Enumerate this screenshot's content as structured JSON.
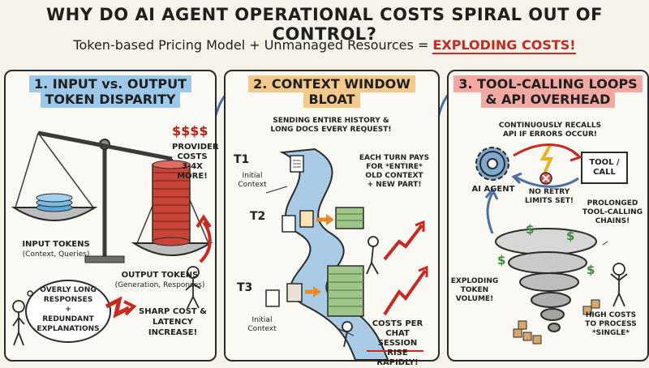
{
  "header": {
    "title": "WHY DO AI AGENT OPERATIONAL COSTS SPIRAL OUT OF CONTROL?",
    "subtitle_prefix": "Token-based Pricing Model + Unmanaged Resources = ",
    "subtitle_highlight": "EXPLODING COSTS!"
  },
  "panel1": {
    "title_line1": "1. INPUT vs. OUTPUT",
    "title_line2": "TOKEN DISPARITY",
    "dollars": "$$$$",
    "provider_costs": [
      "PROVIDER",
      "COSTS",
      "3-4X",
      "MORE!"
    ],
    "input_label": "INPUT TOKENS",
    "input_sub": "(Context, Queries)",
    "output_label": "OUTPUT TOKENS",
    "output_sub": "(Generation, Responses)",
    "bubble_text": [
      "OVERLY LONG",
      "RESPONSES",
      "+",
      "REDUNDANT",
      "EXPLANATIONS"
    ],
    "result_text": [
      "SHARP COST &",
      "LATENCY",
      "INCREASE!"
    ]
  },
  "panel2": {
    "title_line1": "2. CONTEXT WINDOW",
    "title_line2": "BLOAT",
    "note_top": [
      "SENDING ENTIRE HISTORY &",
      "LONG DOCS EVERY REQUEST!"
    ],
    "t1": "T1",
    "t1_label": [
      "Initial",
      "Context"
    ],
    "t2": "T2",
    "t3": "T3",
    "t3_label": [
      "Initial",
      "Context"
    ],
    "note_right": [
      "EACH TURN PAYS",
      "FOR *ENTIRE*",
      "OLD CONTEXT",
      "+ NEW PART!"
    ],
    "note_bottom": [
      "COSTS PER",
      "CHAT SESSION",
      "RISE RAPIDLY!"
    ]
  },
  "panel3": {
    "title_line1": "3. TOOL-CALLING LOOPS",
    "title_line2": "& API OVERHEAD",
    "note_top": [
      "CONTINUOUSLY RECALLS",
      "API IF ERRORS OCCUR!"
    ],
    "agent_label": "AI AGENT",
    "tool_label": [
      "TOOL /",
      "CALL"
    ],
    "no_retry": [
      "NO RETRY",
      "LIMITS SET!"
    ],
    "prolonged": [
      "PROLONGED",
      "TOOL-CALLING",
      "CHAINS!"
    ],
    "exploding": [
      "EXPLODING",
      "TOKEN",
      "VOLUME!"
    ],
    "high_costs": [
      "HIGH COSTS",
      "TO PROCESS",
      "*SINGLE*"
    ]
  },
  "colors": {
    "accent_red": "#c8281f",
    "blue_highlight": "#9cc9ea",
    "orange_highlight": "#f4c98c",
    "pink_highlight": "#f3a9a2"
  }
}
